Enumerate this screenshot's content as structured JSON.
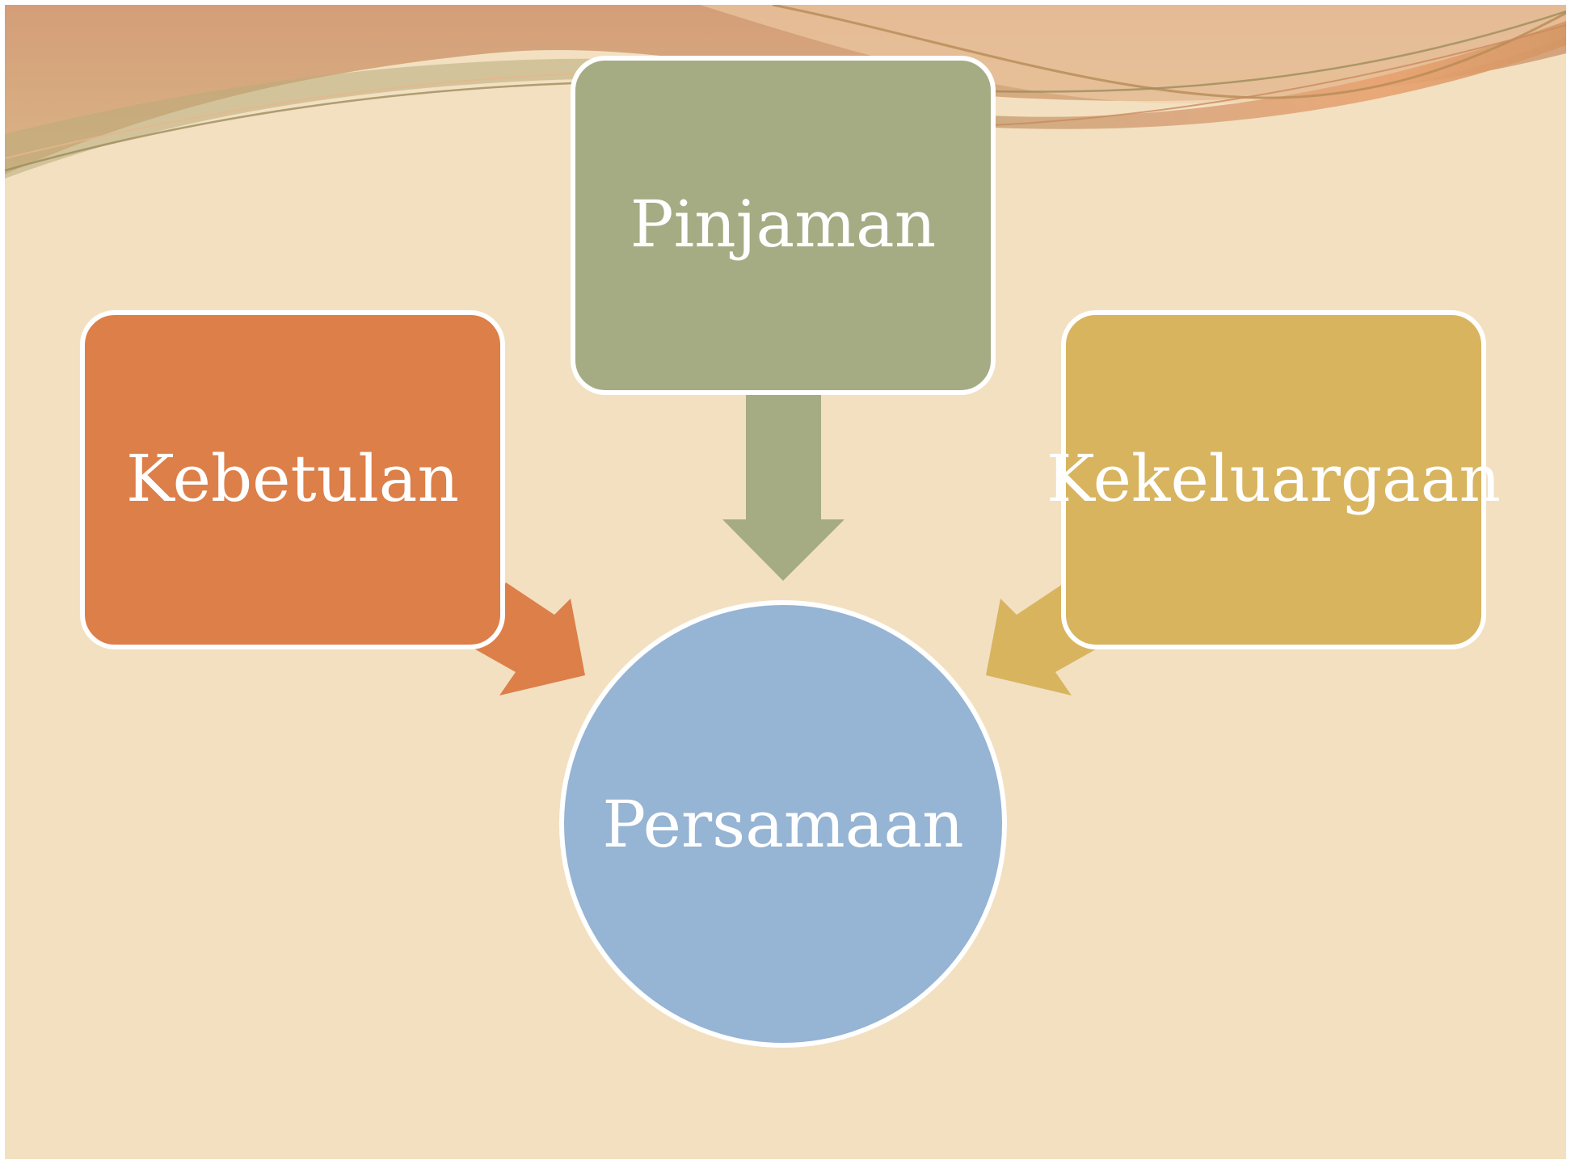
{
  "diagram": {
    "center": {
      "label": "Persamaan",
      "color": "#96b4d3"
    },
    "sources": [
      {
        "label": "Pinjaman",
        "color": "#a5ab83"
      },
      {
        "label": "Kebetulan",
        "color": "#dd7f49"
      },
      {
        "label": "Kekeluargaan",
        "color": "#d8b45f"
      }
    ],
    "background_color": "#f2e0c1"
  }
}
